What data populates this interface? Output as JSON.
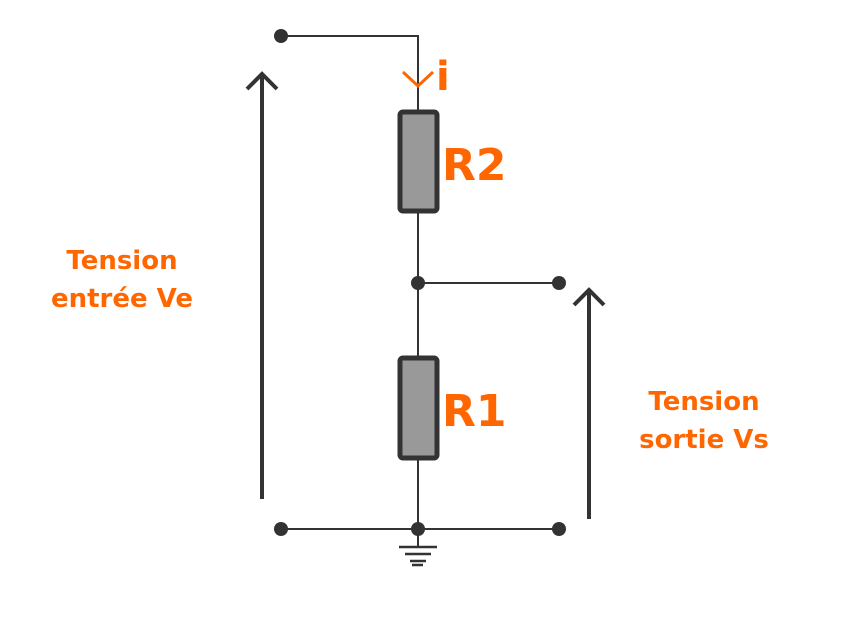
{
  "diagram": {
    "type": "voltage-divider-circuit",
    "colors": {
      "wire": "#333333",
      "resistor_fill": "#999999",
      "resistor_border": "#333333",
      "label": "#ff6600"
    },
    "components": {
      "r2": {
        "label": "R2"
      },
      "r1": {
        "label": "R1"
      },
      "current": {
        "label": "i"
      }
    },
    "labels": {
      "input_voltage": [
        "Tension",
        "entrée Ve"
      ],
      "output_voltage": [
        "Tension",
        "sortie Vs"
      ]
    }
  }
}
